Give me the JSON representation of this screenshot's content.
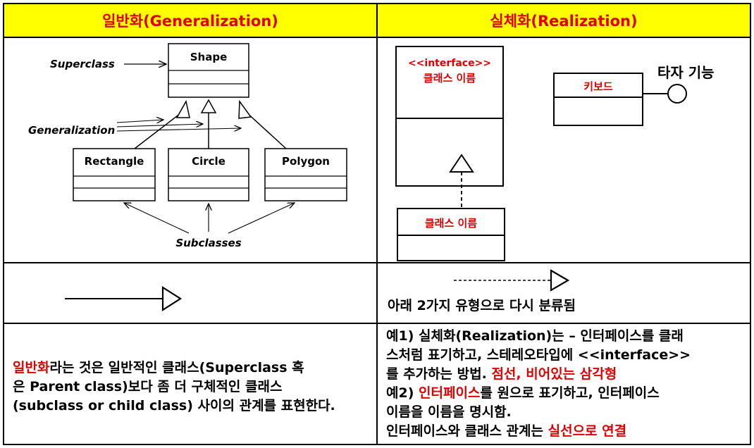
{
  "headers": {
    "generalization": "일반화(Generalization)",
    "realization": "실체화(Realization)"
  },
  "gen_diagram": {
    "superclass_label": "Superclass",
    "generalization_label": "Generalization",
    "subclasses_label": "Subclasses",
    "classes": [
      "Shape",
      "Rectangle",
      "Circle",
      "Polygon"
    ]
  },
  "real_diagram": {
    "stereotype": "<<interface>>",
    "interface_name": "클래스 이름",
    "class_name": "클래스 이름",
    "keyboard": "키보드",
    "typing_function": "타자 기능"
  },
  "real_arrow_caption": "아래 2가지 유형으로 다시 분류됨",
  "gen_desc": {
    "highlight": "일반화",
    "line1_rest": "라는 것은 일반적인 클래스(Superclass 혹",
    "line2": "은 Parent class)보다 좀 더 구체적인 클래스",
    "line3": "(subclass or child class) 사이의 관계를 표현한다."
  },
  "real_desc": {
    "line1": "예1) 실체화(Realization)는 – 인터페이스를 클래",
    "line2": "스처럼 표기하고, 스테레오타입에 <<interface>>",
    "line3_a": "를 추가하는 방법. ",
    "line3_b": "점선, 비어있는 삼각형",
    "line4_a": "예2) ",
    "line4_b": "인터페이스",
    "line4_c": "를 원으로 표기하고, 인터페이스",
    "line5": "이름을 이름을 명시함.",
    "line6_a": "인터페이스와 클래스 관계는 ",
    "line6_b": "실선으로 연결"
  },
  "colors": {
    "header_bg": "#ffff00",
    "accent_red": "#e00000"
  }
}
